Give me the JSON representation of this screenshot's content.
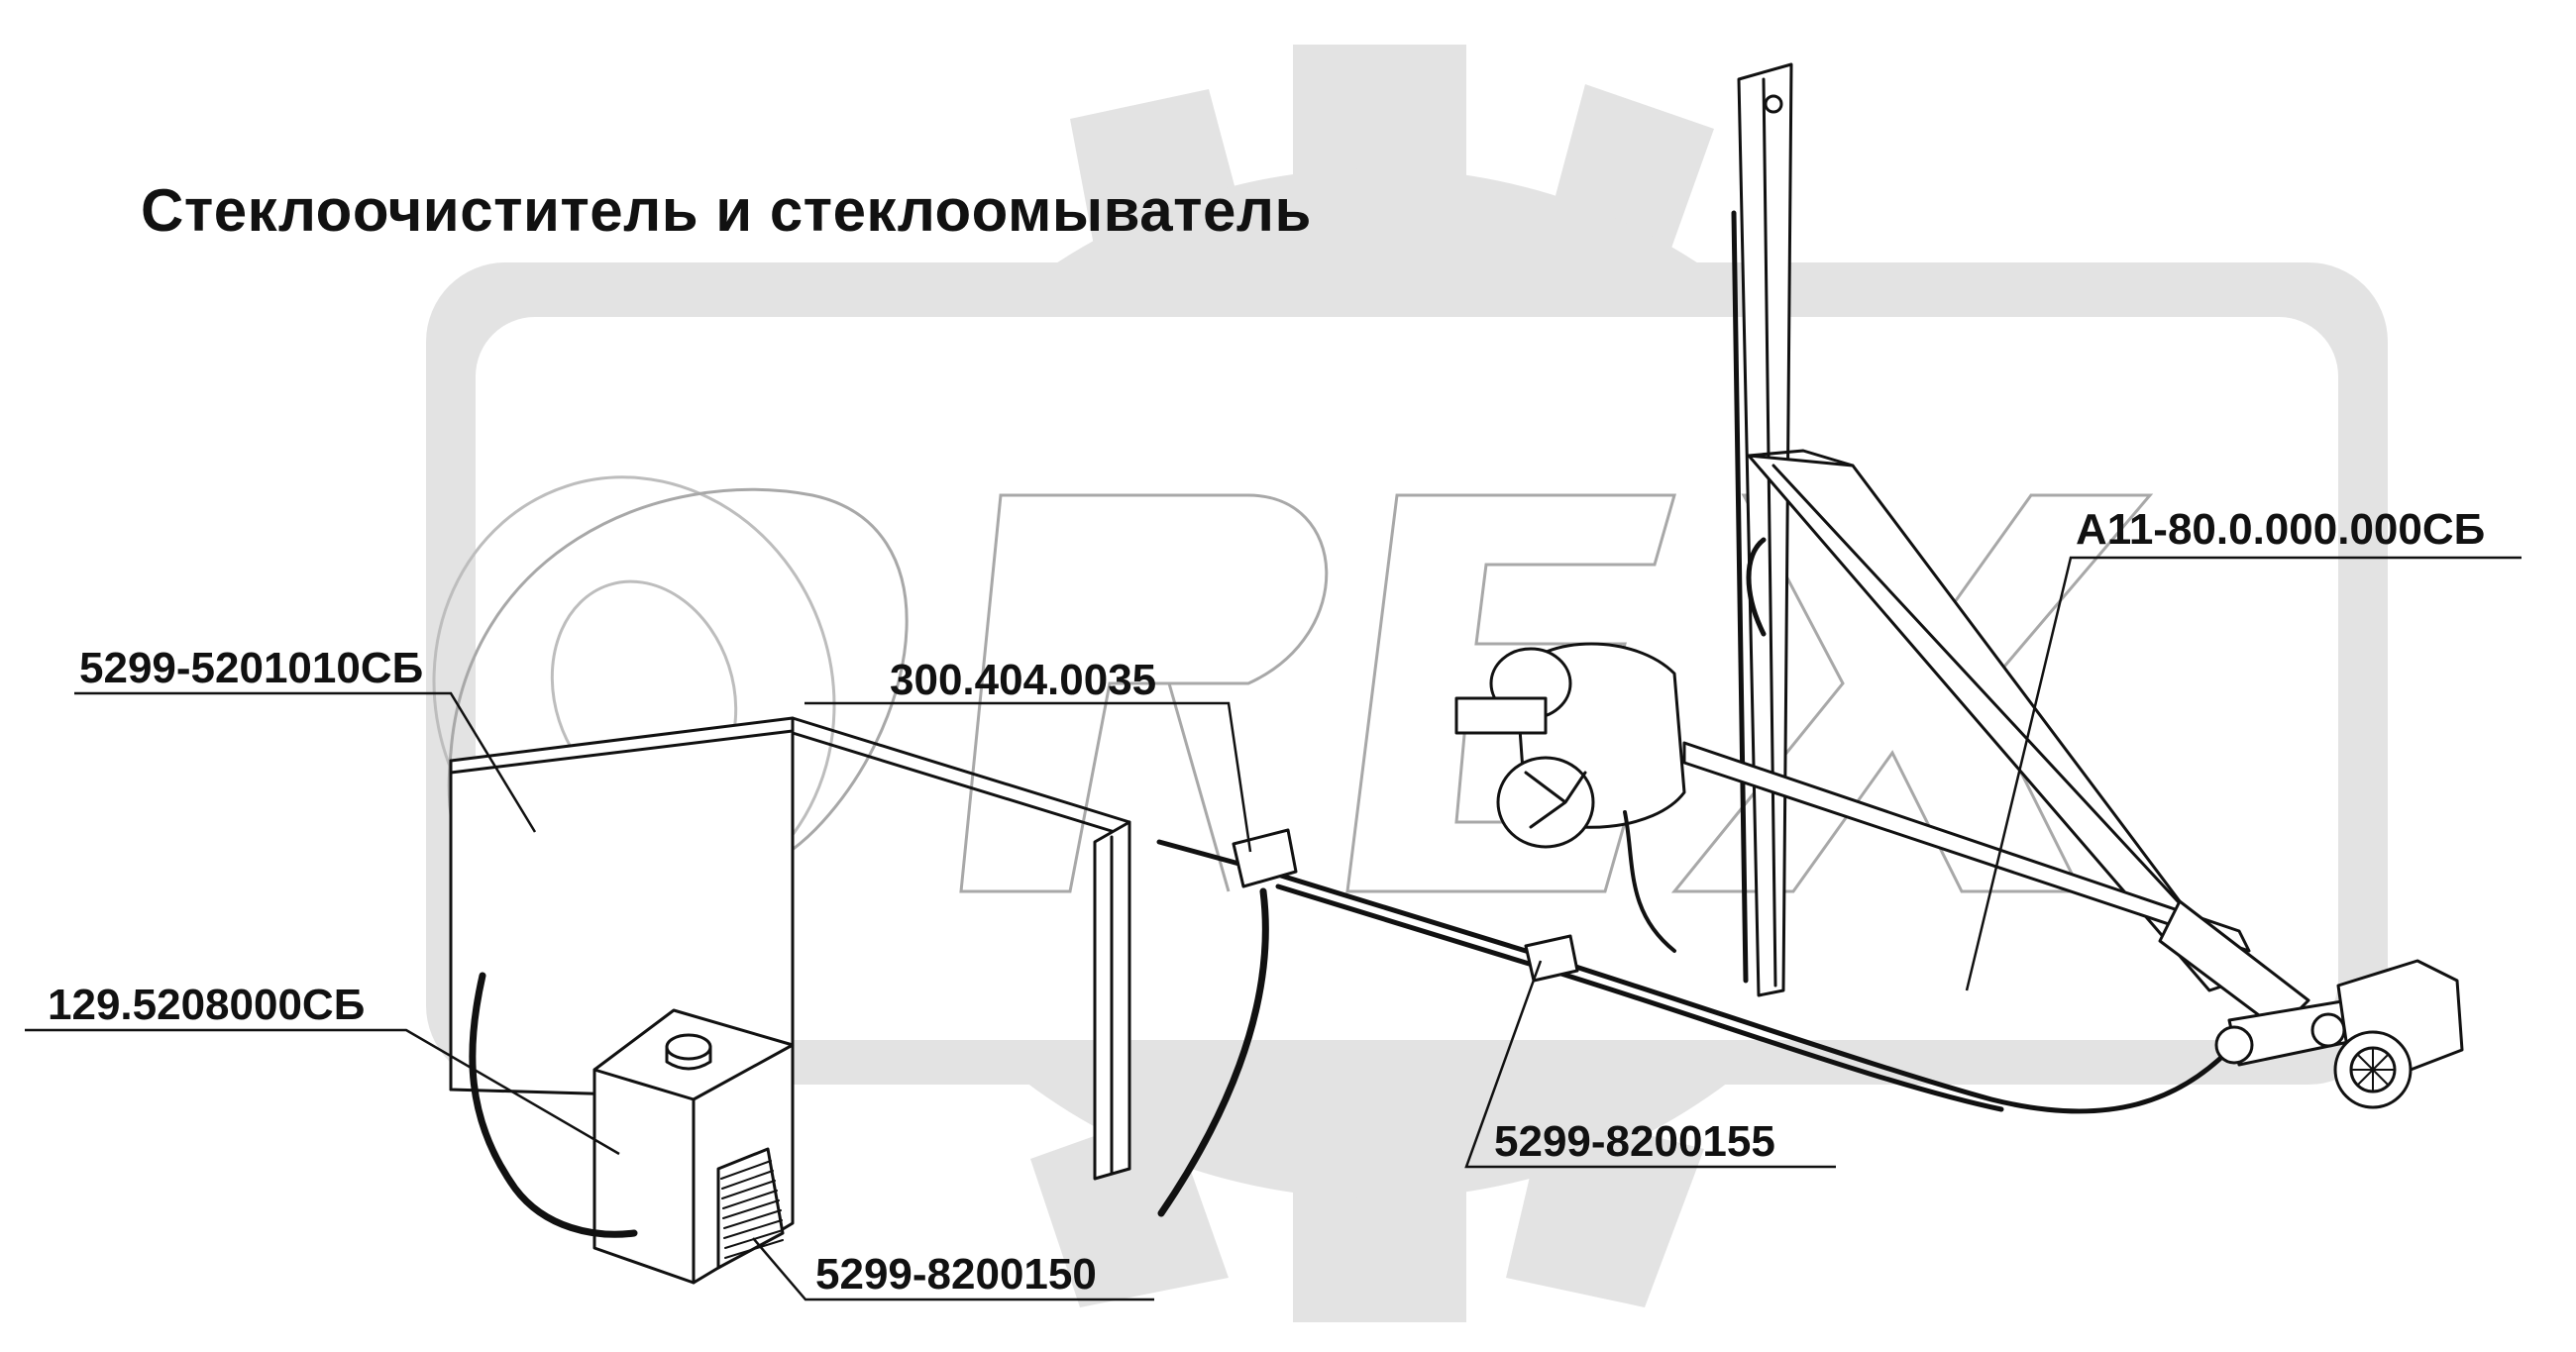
{
  "title": "Стеклоочиститель и стеклоомыватель",
  "watermark": {
    "brand_text": "OREX",
    "color": "#e3e3e3"
  },
  "colors": {
    "line": "#111111",
    "background": "#ffffff"
  },
  "callouts": {
    "wiper_assembly": "А11-80.0.000.000СБ",
    "reservoir_frame": "5299-5201010СБ",
    "connector_1": "300.404.0035",
    "washer_tank": "129.5208000СБ",
    "connector_2": "5299-8200155",
    "pump": "5299-8200150"
  }
}
